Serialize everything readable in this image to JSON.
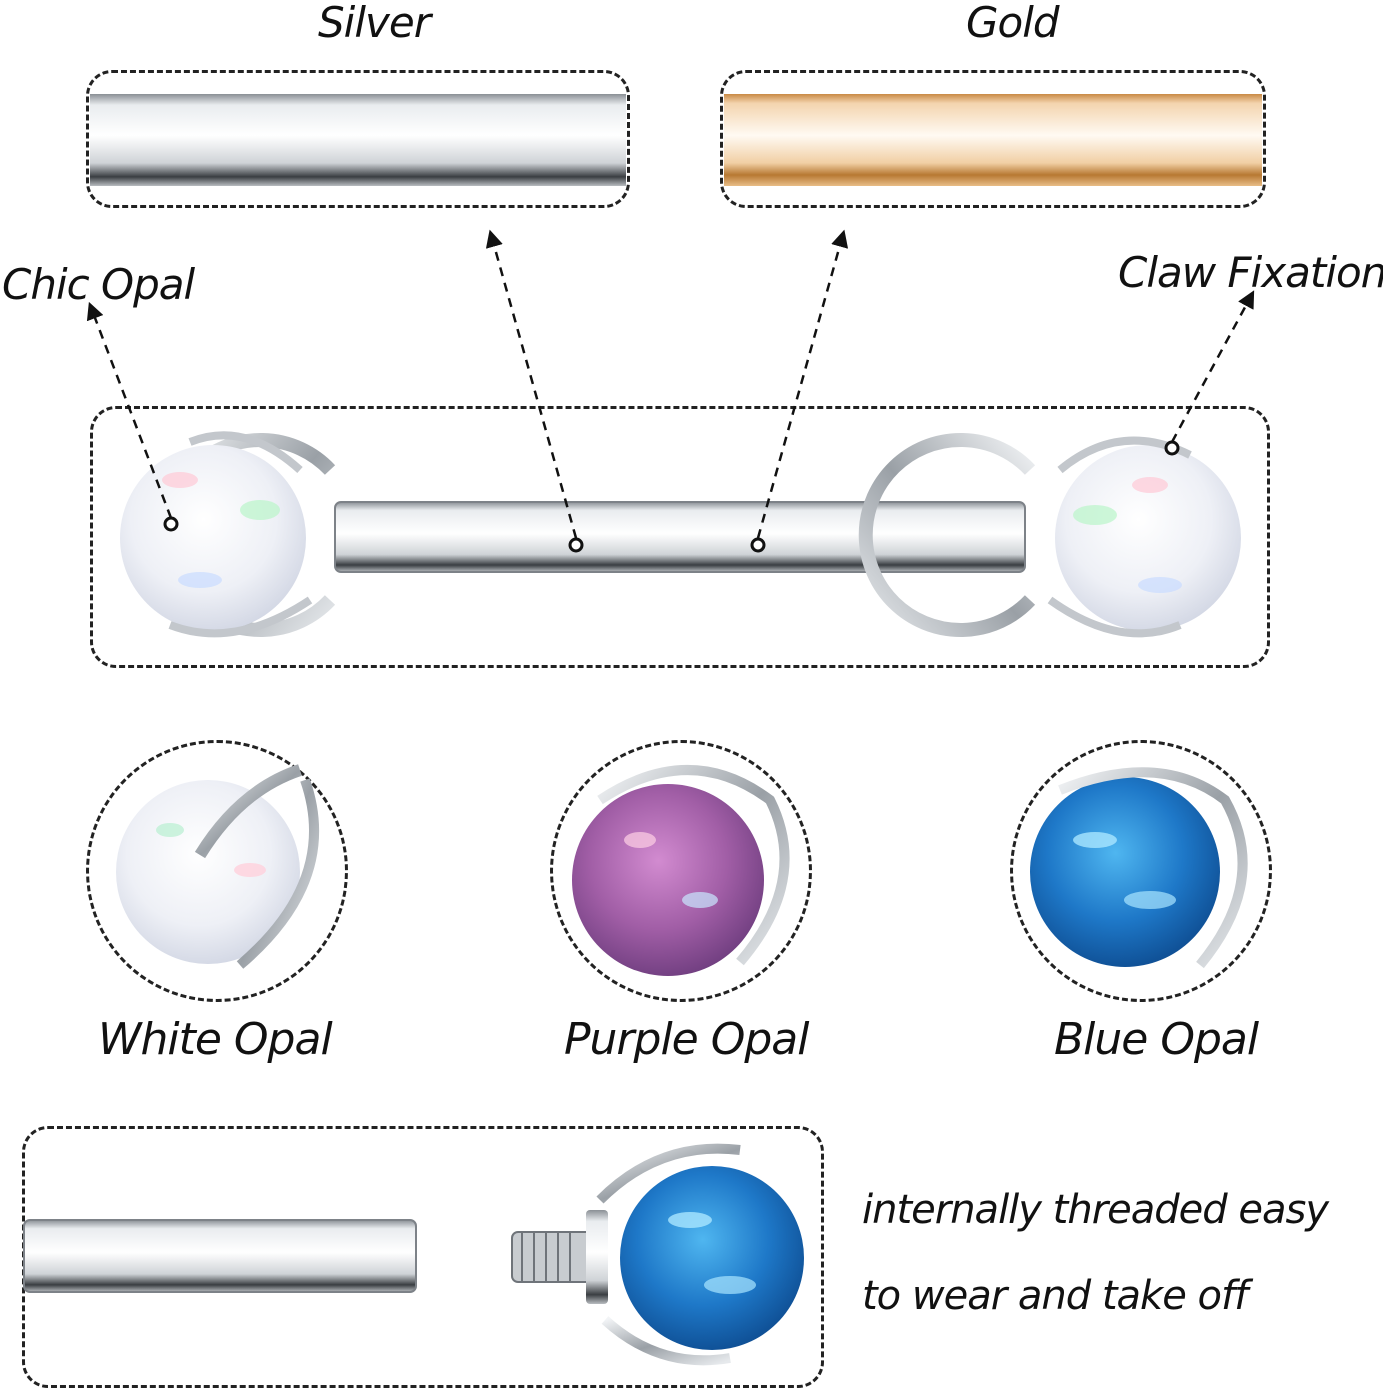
{
  "labels": {
    "silver": "Silver",
    "gold": "Gold",
    "chic_opal": "Chic Opal",
    "claw_fixation": "Claw Fixation",
    "white_opal": "White Opal",
    "purple_opal": "Purple Opal",
    "blue_opal": "Blue Opal",
    "threaded_line1": "internally threaded easy",
    "threaded_line2": "to wear and take off"
  },
  "colors": {
    "silver": "#c9cdd2",
    "gold": "#e0ad73",
    "white_opal": "#eef0f6",
    "purple_opal": "#a15ea6",
    "blue_opal": "#1e78c8"
  }
}
